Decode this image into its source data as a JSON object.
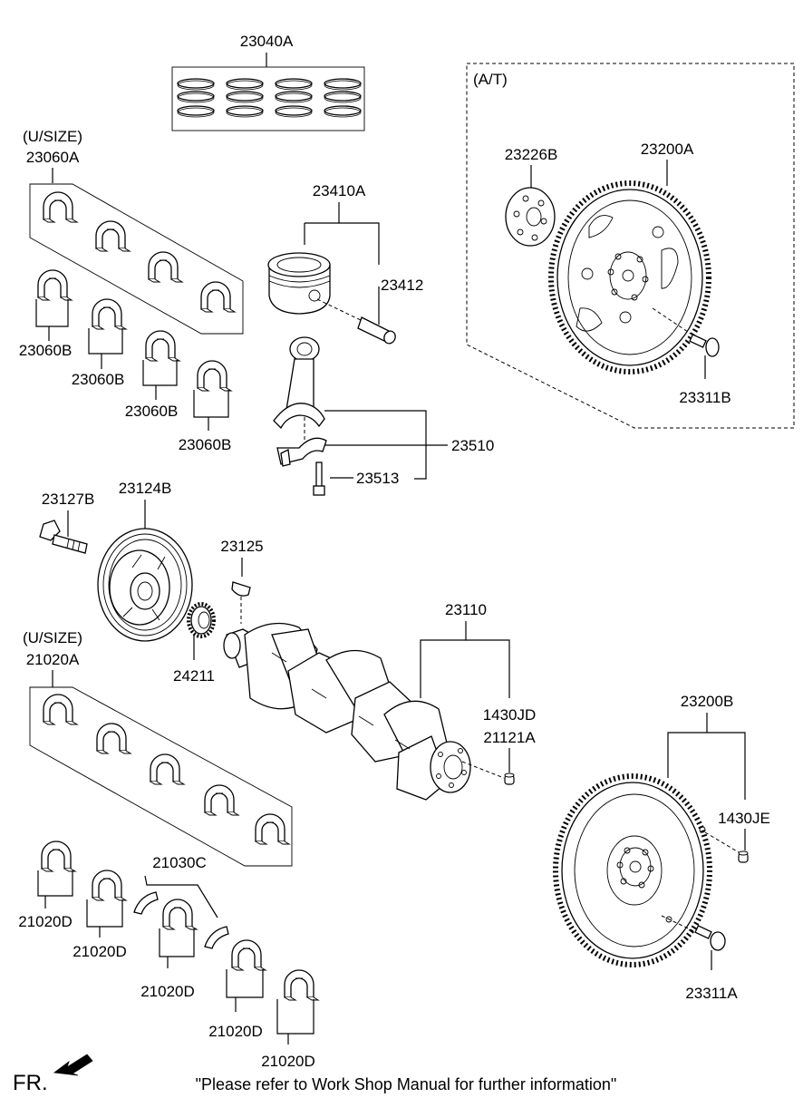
{
  "labels": {
    "piston_ring_set": "23040A",
    "bearing_usize_qualifier_1": "(U/SIZE)",
    "conrod_bearing_set": "23060A",
    "conrod_bearing_1": "23060B",
    "conrod_bearing_2": "23060B",
    "conrod_bearing_3": "23060B",
    "conrod_bearing_4": "23060B",
    "piston_assembly": "23410A",
    "piston_pin": "23412",
    "connecting_rod": "23510",
    "conrod_bolt": "23513",
    "at_qualifier": "(A/T)",
    "drive_plate_adapter": "23226B",
    "drive_plate": "23200A",
    "drive_plate_bolt": "23311B",
    "pulley_bolt": "23127B",
    "damper_pulley": "23124B",
    "woodruff_key": "23125",
    "crank_sprocket": "24211",
    "crankshaft": "23110",
    "pin_1430jd": "1430JD",
    "pin_21121a": "21121A",
    "bearing_usize_qualifier_2": "(U/SIZE)",
    "main_bearing_set": "21020A",
    "thrust_washer": "21030C",
    "main_bearing_1": "21020D",
    "main_bearing_2": "21020D",
    "main_bearing_3": "21020D",
    "main_bearing_4": "21020D",
    "main_bearing_5": "21020D",
    "flywheel": "23200B",
    "pin_1430je": "1430JE",
    "flywheel_bolt": "23311A"
  },
  "footer": {
    "fr_label": "FR.",
    "note": "\"Please refer to Work Shop Manual for further information\""
  }
}
